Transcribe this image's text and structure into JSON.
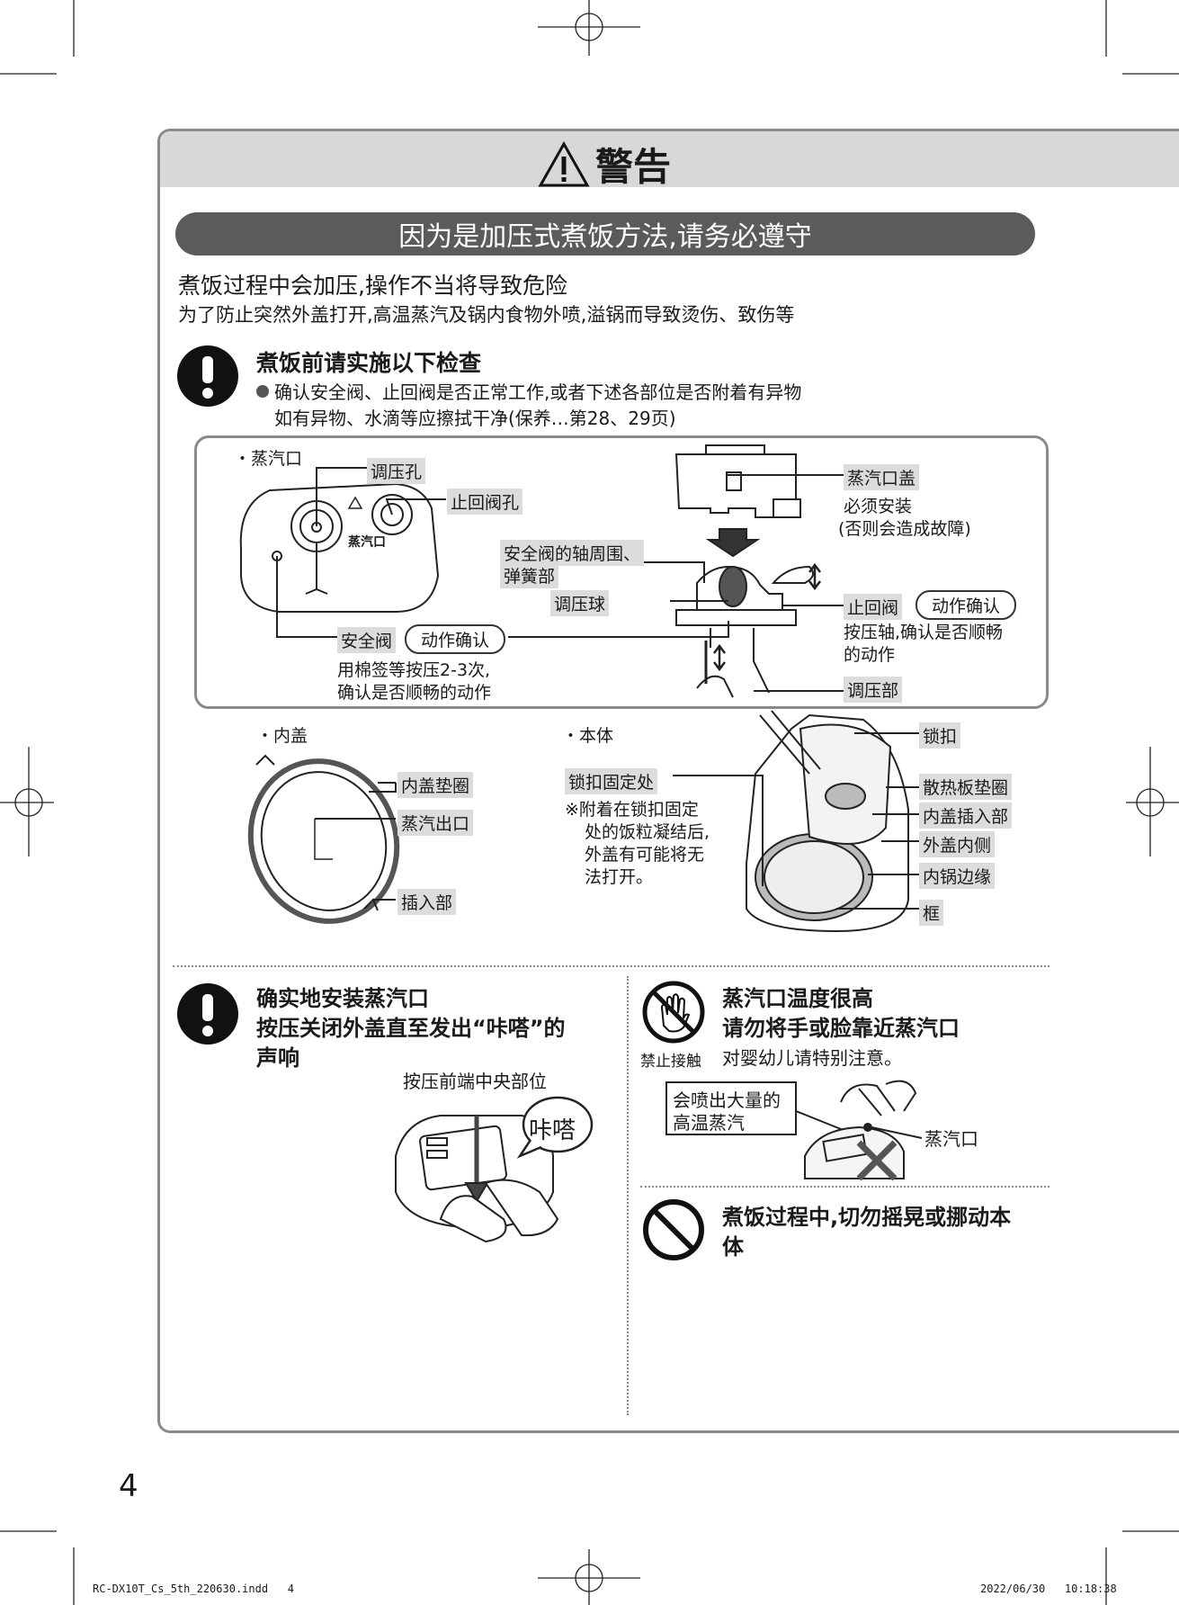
{
  "header": {
    "warning_title": "警告",
    "section_banner": "因为是加压式煮饭方法,请务必遵守"
  },
  "intro": {
    "heading": "煮饭过程中会加压,操作不当将导致危险",
    "subtext": "为了防止突然外盖打开,高温蒸汽及锅内食物外喷,溢锅而导致烫伤、致伤等"
  },
  "check": {
    "title": "煮饭前请实施以下检查",
    "bullet_line1": "确认安全阀、止回阀是否正常工作,或者下述各部位是否附着有异物",
    "bullet_line2": "如有异物、水滴等应擦拭干净(保养…第28、29页)"
  },
  "diagram": {
    "steam_vent_caption": "・蒸汽口",
    "pressure_hole": "调压孔",
    "check_valve_hole": "止回阀孔",
    "vent_logo_text": "蒸汽口",
    "vent_cover": "蒸汽口盖",
    "must_install": "必须安装",
    "else_fault": "(否则会造成故障)",
    "safety_valve_area_1": "安全阀的轴周围、",
    "safety_valve_area_2": "弹簧部",
    "pressure_ball": "调压球",
    "check_valve": "止回阀",
    "action_confirm_1": "动作确认",
    "check_valve_note_1": "按压轴,确认是否顺畅",
    "check_valve_note_2": "的动作",
    "safety_valve": "安全阀",
    "action_confirm_2": "动作确认",
    "safety_note_1": "用棉签等按压2-3次,",
    "safety_note_2": "确认是否顺畅的动作",
    "pressure_part": "调压部",
    "inner_lid_caption": "・内盖",
    "inner_lid_gasket": "内盖垫圈",
    "steam_outlet": "蒸汽出口",
    "insert_part": "插入部",
    "body_caption": "・本体",
    "latch_fix": "锁扣固定处",
    "latch_note_1": "※附着在锁扣固定",
    "latch_note_2": "处的饭粒凝结后,",
    "latch_note_3": "外盖有可能将无",
    "latch_note_4": "法打开。",
    "latch": "锁扣",
    "heat_plate_gasket": "散热板垫圈",
    "inner_lid_insert": "内盖插入部",
    "outer_lid_inside": "外盖内侧",
    "inner_pot_edge": "内锅边缘",
    "frame": "框"
  },
  "left_warning": {
    "line1": "确实地安装蒸汽口",
    "line2": "按压关闭外盖直至发出“咔嗒”的",
    "line3": "声响",
    "press_hint": "按压前端中央部位",
    "click_sound": "咔嗒"
  },
  "right_warning": {
    "line1": "蒸汽口温度很高",
    "line2": "请勿将手或脸靠近蒸汽口",
    "no_touch_label": "禁止接触",
    "note": "对婴幼儿请特别注意。",
    "steam_burst_1": "会喷出大量的",
    "steam_burst_2": "高温蒸汽",
    "steam_vent": "蒸汽口"
  },
  "bottom_warning": {
    "line1": "煮饭过程中,切勿摇晃或挪动本",
    "line2": "体"
  },
  "page_number": "4",
  "footer": {
    "file_info": "RC-DX10T_Cs_5th_220630.indd   4",
    "timestamp": "2022/06/30   10:18:38"
  }
}
